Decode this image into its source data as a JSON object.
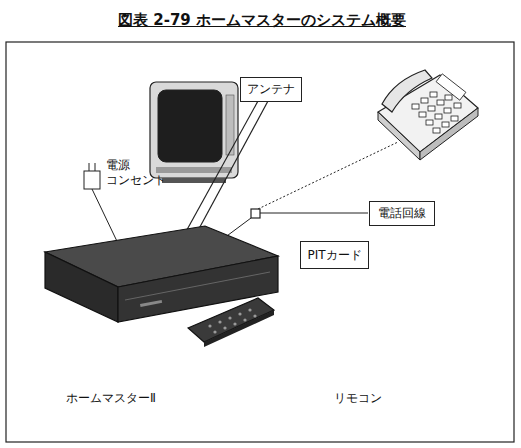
{
  "diagram": {
    "title": "図表 2-79 ホームマスターのシステム概要",
    "nodes": [
      {
        "text": [
          "アンテナ"
        ]
      },
      {
        "text": [
          "電話回線"
        ]
      },
      {
        "text": [
          "PITカード"
        ]
      }
    ],
    "labels": [
      "電源 コンセント",
      "ホームマスターⅡ",
      "リモコン"
    ]
  }
}
